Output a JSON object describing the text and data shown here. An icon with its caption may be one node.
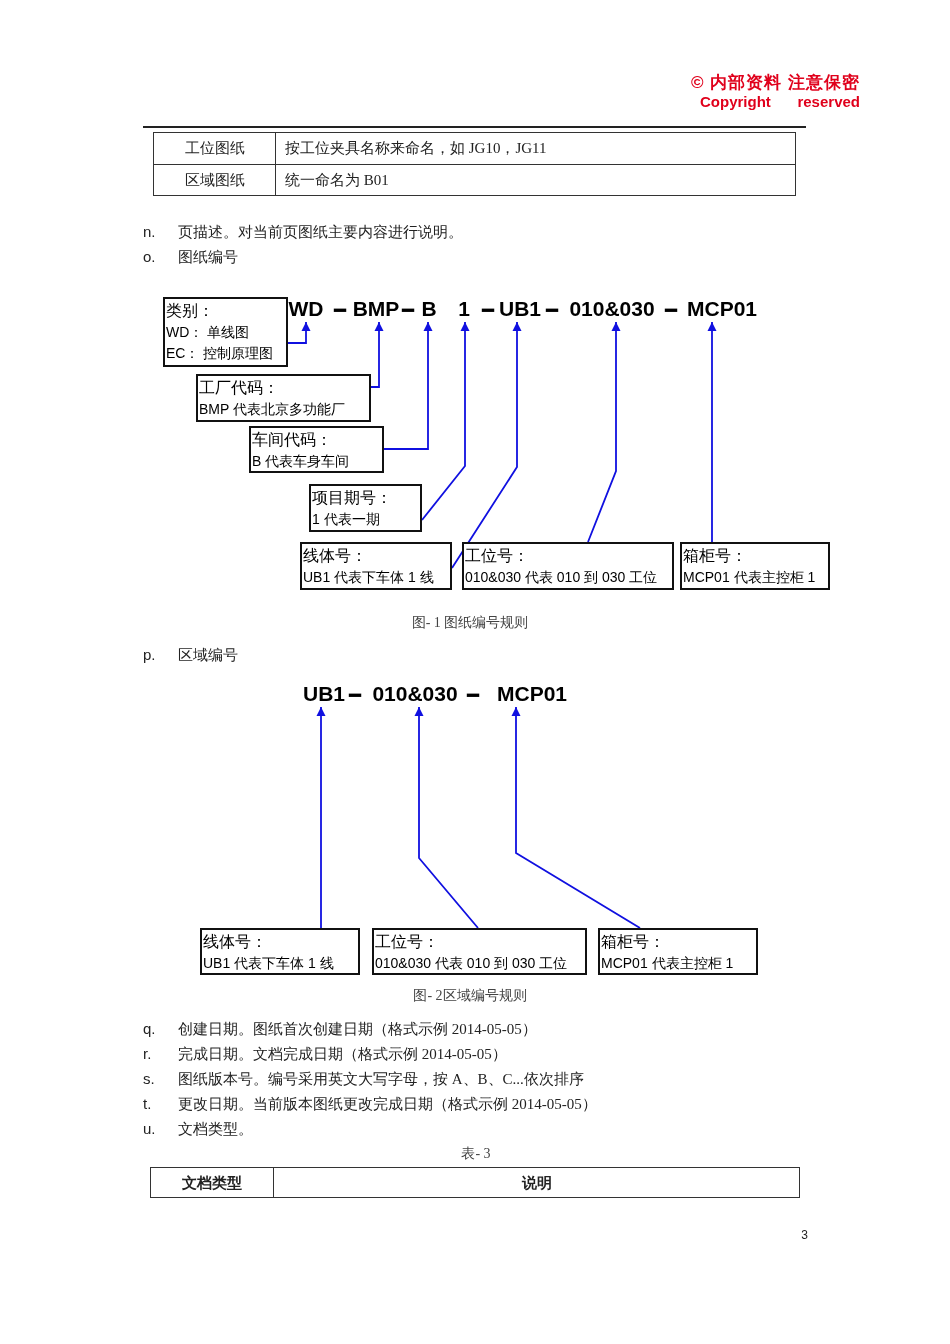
{
  "diagram": {
    "nodes": [
      {
        "text": [
          "WD"
        ]
      },
      {
        "text": [
          "BMP"
        ]
      },
      {
        "text": [
          "B"
        ]
      },
      {
        "text": [
          "1"
        ]
      },
      {
        "text": [
          "UB1"
        ]
      },
      {
        "text": [
          "010&030"
        ]
      },
      {
        "text": [
          "MCP01"
        ]
      },
      {
        "text": [
          "类别：",
          "WD： 单线图 EC： 控制原理图"
        ]
      },
      {
        "text": [
          "工厂代码：",
          "BMP 代表北京多功能厂"
        ]
      },
      {
        "text": [
          "车间代码：",
          "B 代表车身车间"
        ]
      },
      {
        "text": [
          "项目期号：",
          "1 代表一期"
        ]
      },
      {
        "text": [
          "线体号：",
          "UB1 代表下车体 1 线"
        ]
      },
      {
        "text": [
          "工位号：",
          "010&030 代表 010 到 030 工位"
        ]
      },
      {
        "text": [
          "箱柜号：",
          "MCP01 代表主控柜 1"
        ]
      },
      {
        "text": [
          "UB1"
        ]
      },
      {
        "text": [
          "010&030"
        ]
      },
      {
        "text": [
          "MCP01"
        ]
      },
      {
        "text": [
          "线体号：",
          "UB1 代表下车体 1 线"
        ]
      },
      {
        "text": [
          "工位号：",
          "010&030 代表 010 到 030 工位"
        ]
      },
      {
        "text": [
          "箱柜号：",
          "MCP01 代表主控柜 1"
        ]
      }
    ],
    "edges": [
      {
        "from": 7,
        "to": 0,
        "arrow": "to"
      },
      {
        "from": 8,
        "to": 1,
        "arrow": "to"
      },
      {
        "from": 9,
        "to": 2,
        "arrow": "to"
      },
      {
        "from": 10,
        "to": 3,
        "arrow": "to"
      },
      {
        "from": 11,
        "to": 4,
        "arrow": "to"
      },
      {
        "from": 12,
        "to": 5,
        "arrow": "to"
      },
      {
        "from": 13,
        "to": 6,
        "arrow": "to"
      },
      {
        "from": 17,
        "to": 14,
        "arrow": "to"
      },
      {
        "from": 18,
        "to": 15,
        "arrow": "to"
      },
      {
        "from": 19,
        "to": 16,
        "arrow": "to"
      }
    ],
    "labels": [
      "© 内部资料 注意保密",
      "Copyright",
      "reserved",
      "工位图纸",
      "按工位夹具名称来命名，如 JG10，JG11",
      "区域图纸",
      "统一命名为 B01",
      "n.",
      "页描述。对当前页图纸主要内容进行说明。",
      "o.",
      "图纸编号",
      "图- 1 图纸编号规则",
      "p.",
      "区域编号",
      "图- 2区域编号规则",
      "q.",
      "创建日期。图纸首次创建日期（格式示例 2014-05-05）",
      "r.",
      "完成日期。文档完成日期（格式示例 2014-05-05）",
      "s.",
      "图纸版本号。编号采用英文大写字母，按 A、B、C...依次排序",
      "t.",
      "更改日期。当前版本图纸更改完成日期（格式示例 2014-05-05）",
      "u.",
      "文档类型。",
      "表- 3",
      "文档类型",
      "说明",
      "3",
      "━",
      "━",
      "━",
      "━",
      "━",
      "━",
      "━"
    ]
  }
}
